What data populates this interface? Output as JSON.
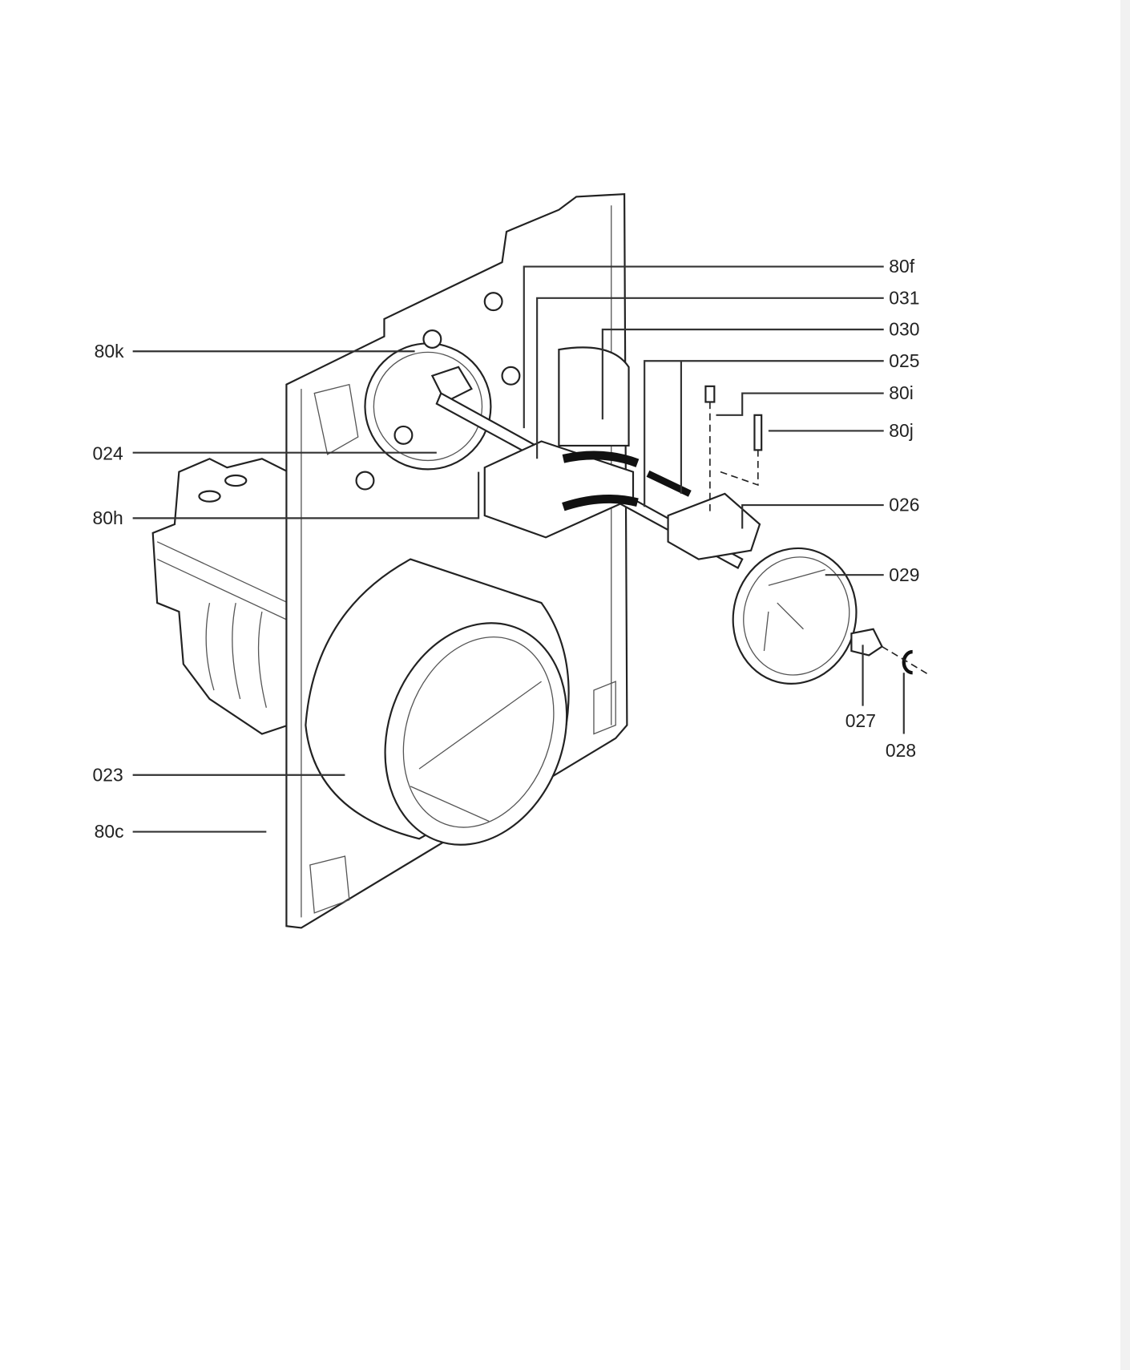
{
  "diagram": {
    "labels": {
      "l80k": "80k",
      "l024": "024",
      "l80h": "80h",
      "l023": "023",
      "l80c": "80c",
      "l80f": "80f",
      "l031": "031",
      "l030": "030",
      "l025": "025",
      "l80i": "80i",
      "l80j": "80j",
      "l026": "026",
      "l029": "029",
      "l027": "027",
      "l028": "028"
    }
  }
}
